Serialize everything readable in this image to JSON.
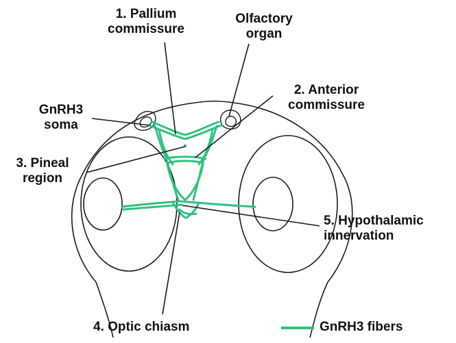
{
  "labels": {
    "pallium": {
      "line1": "1. Pallium",
      "line2": "commissure"
    },
    "olfactory": {
      "line1": "Olfactory",
      "line2": "organ"
    },
    "anterior": {
      "line1": "2. Anterior",
      "line2": "commissure"
    },
    "soma": {
      "line1": "GnRH3",
      "line2": "soma"
    },
    "pineal": {
      "line1": "3. Pineal",
      "line2": "region"
    },
    "hypothalamic": {
      "line1": "5. Hypothalamic",
      "line2": "innervation"
    },
    "optic": "4. Optic chiasm"
  },
  "legend": {
    "label": "GnRH3 fibers",
    "color": "#2ec27e"
  },
  "colors": {
    "outline": "#1a1a1a",
    "fiber": "#2ec27e",
    "text": "#111111"
  }
}
